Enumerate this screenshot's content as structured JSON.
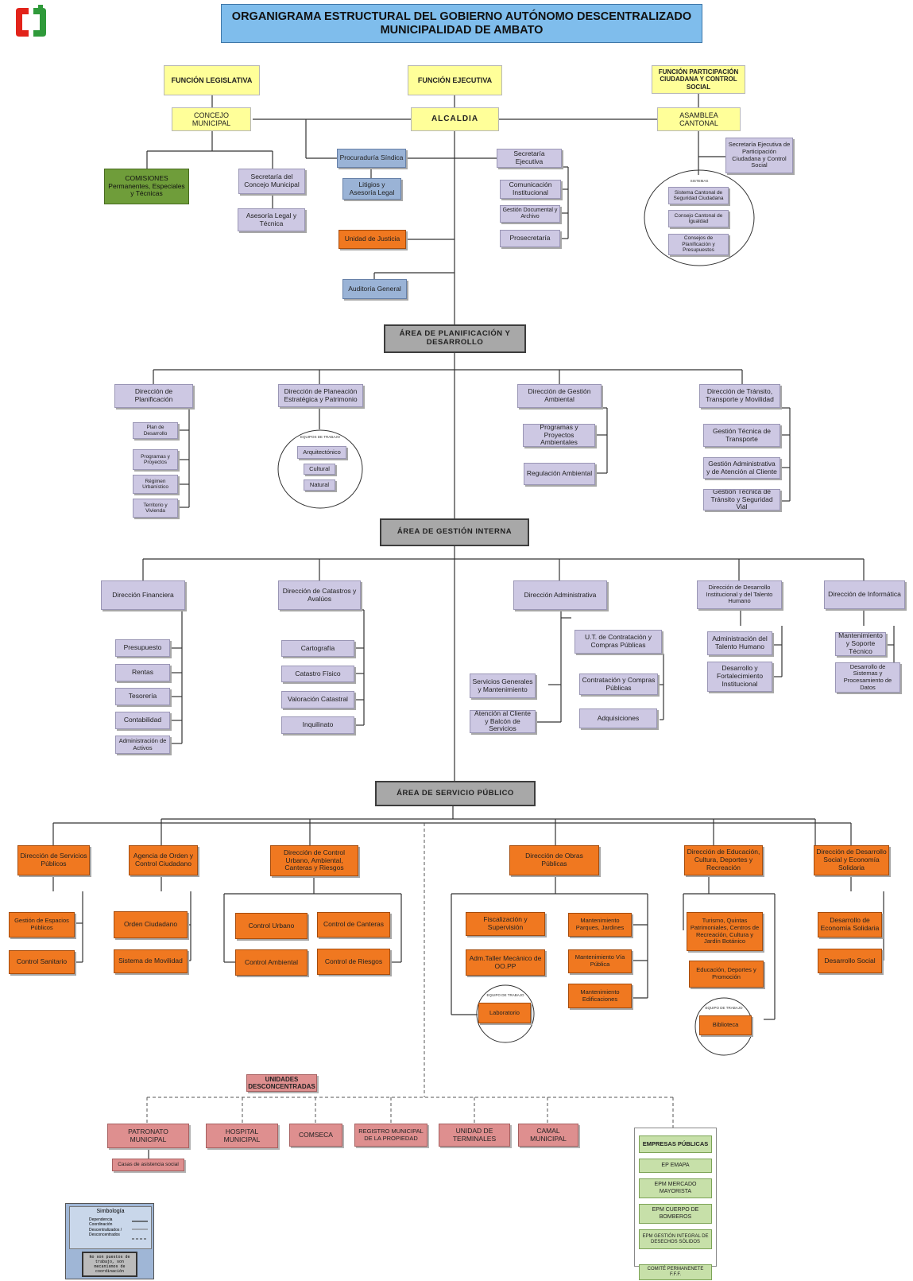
{
  "title": {
    "line1": "ORGANIGRAMA ESTRUCTURAL DEL GOBIERNO AUTÓNOMO DESCENTRALIZADO",
    "line2": "MUNICIPALIDAD DE AMBATO"
  },
  "functions": {
    "legislativa": "FUNCIÓN LEGISLATIVA",
    "ejecutiva": "FUNCIÓN EJECUTIVA",
    "participacion": "FUNCIÓN PARTICIPACIÓN CIUDADANA Y CONTROL SOCIAL"
  },
  "top": {
    "concejo": "CONCEJO MUNICIPAL",
    "alcaldia": "ALCALDIA",
    "asamblea": "ASAMBLEA CANTONAL",
    "comisiones": "COMISIONES Permanentes, Especiales y Técnicas",
    "secretaria_concejo": "Secretaría del Concejo Municipal",
    "asesoria_legal": "Asesoría Legal y Técnica",
    "procuraduria": "Procuraduría Síndica",
    "litigios": "Litigios y Asesoría Legal",
    "unidad_justicia": "Unidad de Justicia",
    "auditoria": "Auditoría General",
    "secretaria_ejecutiva": "Secretaría Ejecutiva",
    "comunicacion": "Comunicación Institucional",
    "gestion_documental": "Gestión Documental y Archivo",
    "prosecretaria": "Prosecretaría",
    "secretaria_participacion": "Secretaría Ejecutiva de Participación Ciudadana y Control Social",
    "sistemas_label": "SISTEMAS",
    "sistema_seguridad": "Sistema Cantonal de Seguridad Ciudadana",
    "consejo_igualdad": "Consejo Cantonal de Igualdad",
    "consejos_planificacion": "Consejos de Planificación y Presupuestos"
  },
  "areas": {
    "planificacion": "ÁREA DE PLANIFICACIÓN Y DESARROLLO",
    "gestion": "ÁREA DE GESTIÓN INTERNA",
    "servicio": "ÁREA DE SERVICIO PÚBLICO"
  },
  "planificacion": {
    "dir_planificacion": "Dirección de Planificación",
    "plan_desarrollo": "Plan de Desarrollo",
    "programas_proyectos": "Programas y Proyectos",
    "regimen": "Régimen Urbanístico",
    "territorio": "Territorio y Vivienda",
    "dir_planeacion": "Dirección de Planeación Estratégica y Patrimonio",
    "equipos": "EQUIPOS DE TRABAJO",
    "arquitectonico": "Arquitectónico",
    "cultural": "Cultural",
    "natural": "Natural",
    "dir_ambiental": "Dirección de Gestión Ambiental",
    "programas_ambientales": "Programas y Proyectos Ambientales",
    "regulacion_ambiental": "Regulación Ambiental",
    "dir_transito": "Dirección de Tránsito, Transporte y Movilidad",
    "gt_transporte": "Gestión Técnica de Transporte",
    "ga_atencion": "Gestión Administrativa y de Atención al Cliente",
    "gt_transito": "Gestión Técnica de Tránsito y Seguridad Vial"
  },
  "gestion": {
    "dir_financiera": "Dirección Financiera",
    "presupuesto": "Presupuesto",
    "rentas": "Rentas",
    "tesoreria": "Tesorería",
    "contabilidad": "Contabilidad",
    "activos": "Administración de Activos",
    "dir_catastros": "Dirección de Catastros y Avalúos",
    "cartografia": "Cartografía",
    "catastro_fisico": "Catastro Físico",
    "valoracion": "Valoración Catastral",
    "inquilinato": "Inquilinato",
    "dir_administrativa": "Dirección Administrativa",
    "ut_contratacion": "U.T. de Contratación y Compras Públicas",
    "servicios_generales": "Servicios Generales y Mantenimiento",
    "contratacion_compras": "Contratación y Compras Públicas",
    "atencion_cliente": "Atención al Cliente y Balcón de Servicios",
    "adquisiciones": "Adquisiciones",
    "dir_talento": "Dirección de Desarrollo Institucional y del Talento Humano",
    "admin_talento": "Administración del Talento Humano",
    "desarrollo_institucional": "Desarrollo y Fortalecimiento Institucional",
    "dir_informatica": "Dirección de Informática",
    "mantenimiento_soporte": "Mantenimiento y Soporte Técnico",
    "desarrollo_sistemas": "Desarrollo de Sistemas y Procesamiento de Datos"
  },
  "servicio": {
    "dir_servicios": "Dirección de Servicios Públicos",
    "espacios_publicos": "Gestión de Espacios Públicos",
    "control_sanitario": "Control Sanitario",
    "agencia_orden": "Agencia de Orden y Control Ciudadano",
    "orden_ciudadano": "Orden Ciudadano",
    "sistema_movilidad": "Sistema de Movilidad",
    "dir_control": "Dirección de Control Urbano, Ambiental, Canteras y Riesgos",
    "control_urbano": "Control Urbano",
    "control_canteras": "Control de Canteras",
    "control_ambiental": "Control Ambiental",
    "control_riesgos": "Control de Riesgos",
    "dir_obras": "Dirección de Obras Públicas",
    "fiscalizacion": "Fiscalización y Supervisión",
    "mant_parques": "Mantenimiento Parques, Jardines",
    "taller": "Adm.Taller Mecánico de OO.PP",
    "mant_via": "Mantenimiento Vía Pública",
    "mant_edificaciones": "Mantenimiento Edificaciones",
    "equipo_trabajo": "EQUIPO DE TRABAJO",
    "laboratorio": "Laboratorio",
    "dir_educacion": "Dirección de Educación, Cultura, Deportes y Recreación",
    "turismo": "Turismo, Quintas Patrimoniales, Centros de Recreación, Cultura y Jardín Botánico",
    "educacion_deportes": "Educación, Deportes y Promoción",
    "biblioteca": "Biblioteca",
    "dir_social": "Dirección de Desarrollo Social y Economía Solidaria",
    "economia_solidaria": "Desarrollo de Economía Solidaria",
    "desarrollo_social": "Desarrollo Social"
  },
  "unidades": {
    "title": "UNIDADES DESCONCENTRADAS",
    "patronato": "PATRONATO MUNICIPAL",
    "casas": "Casas de asistencia social",
    "hospital": "HOSPITAL MUNICIPAL",
    "comseca": "COMSECA",
    "registro": "REGISTRO MUNICIPAL DE LA PROPIEDAD",
    "terminales": "UNIDAD DE TERMINALES",
    "camal": "CAMAL MUNICIPAL"
  },
  "empresas": {
    "title": "EMPRESAS PÚBLICAS",
    "emapa": "EP EMAPA",
    "mercado": "EPM MERCADO MAYORISTA",
    "bomberos": "EPM CUERPO DE BOMBEROS",
    "desechos": "EPM GESTIÓN INTEGRAL DE DESECHOS SÓLIDOS",
    "comite": "COMITÉ PERMANENETE F.F.F."
  },
  "legend": {
    "title": "Simbología",
    "dependencia": "Dependencia",
    "coordinacion": "Coordinación",
    "descentralizados": "Descentralizados / Desconcentrados",
    "note": "No son puestos de trabajo, son mecanismos de coordinación"
  },
  "colors": {
    "title": "#7fbdec",
    "yellow": "#ffff99",
    "lavender": "#cdc8e3",
    "blue": "#9ab3d6",
    "orange": "#f07820",
    "green": "#6f9d3a",
    "gray": "#a8a8a8",
    "pink": "#de8f8f",
    "light_green": "#c7e0a9"
  }
}
